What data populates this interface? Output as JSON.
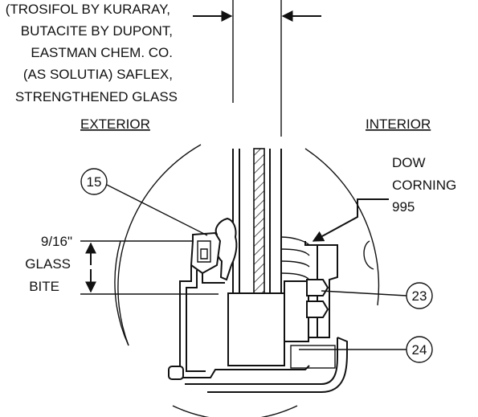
{
  "notes": {
    "lines": [
      "(TROSIFOL BY KURARAY,",
      "BUTACITE BY DUPONT,",
      "EASTMAN CHEM. CO.",
      "(AS SOLUTIA) SAFLEX,",
      "STRENGTHENED GLASS"
    ]
  },
  "labels": {
    "exterior": "EXTERIOR",
    "interior": "INTERIOR",
    "sealant": [
      "DOW",
      "CORNING",
      "995"
    ],
    "bite": [
      "9/16\"",
      "GLASS",
      "BITE"
    ]
  },
  "callouts": {
    "c15": "15",
    "c23": "23",
    "c24": "24"
  }
}
